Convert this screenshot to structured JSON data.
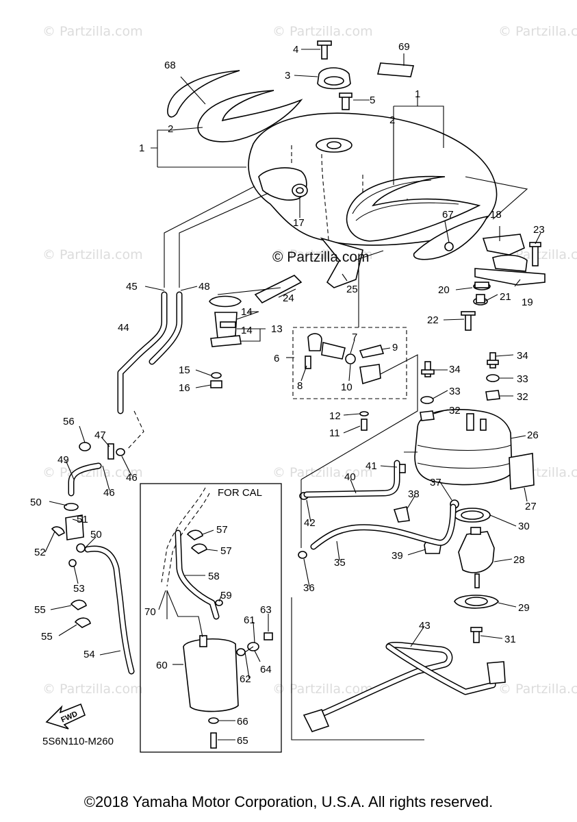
{
  "watermarks": [
    "© Partzilla.com",
    "© Partzilla.com",
    "© Partzilla.com",
    "© Partzilla.com",
    "© Partzilla.com",
    "© Partzilla.com",
    "© Partzilla.com",
    "© Partzilla.com",
    "© Partzilla.com",
    "© Partzilla.com",
    "© Partzilla.com",
    "© Partzilla.com"
  ],
  "center_watermark": "© Partzilla.com",
  "inset_title": "FOR CAL",
  "drawing_code": "5S6N110-M260",
  "fwd_label": "FWD",
  "copyright": "©2018 Yamaha Motor Corporation, U.S.A. All rights reserved.",
  "callouts": [
    "1",
    "1",
    "2",
    "2",
    "3",
    "4",
    "5",
    "6",
    "7",
    "8",
    "9",
    "10",
    "11",
    "12",
    "13",
    "14",
    "14",
    "15",
    "16",
    "17",
    "18",
    "19",
    "20",
    "21",
    "22",
    "23",
    "24",
    "25",
    "26",
    "27",
    "28",
    "29",
    "30",
    "31",
    "32",
    "32",
    "33",
    "33",
    "34",
    "34",
    "35",
    "36",
    "37",
    "38",
    "39",
    "40",
    "41",
    "42",
    "43",
    "44",
    "45",
    "46",
    "46",
    "47",
    "48",
    "49",
    "50",
    "50",
    "51",
    "52",
    "53",
    "54",
    "55",
    "55",
    "56",
    "57",
    "57",
    "58",
    "59",
    "60",
    "61",
    "62",
    "63",
    "64",
    "65",
    "66",
    "67",
    "68",
    "69",
    "70"
  ]
}
